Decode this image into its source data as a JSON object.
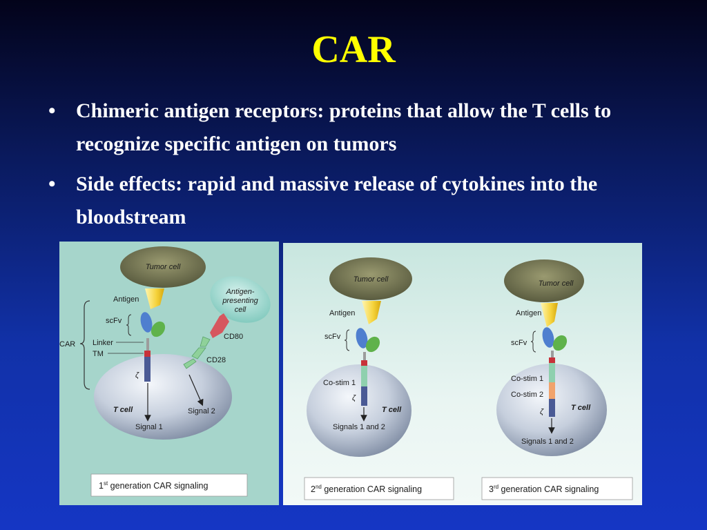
{
  "slide": {
    "title": "CAR",
    "bullets": [
      {
        "marker": "•",
        "text": "Chimeric antigen receptors: proteins that allow the T cells to recognize specific antigen on tumors"
      },
      {
        "marker": "•",
        "text": "Side effects: rapid and massive release of cytokines into the bloodstream"
      }
    ]
  },
  "figure": {
    "tumor_cell": "Tumor cell",
    "t_cell": "T cell",
    "antigen": "Antigen",
    "scfv": "scFv",
    "zeta": "ζ",
    "first": {
      "car": "CAR",
      "linker": "Linker",
      "tm": "TM",
      "apc_line1": "Antigen-",
      "apc_line2": "presenting",
      "apc_line3": "cell",
      "cd80": "CD80",
      "cd28": "CD28",
      "signal1": "Signal 1",
      "signal2": "Signal 2",
      "caption_num": "1",
      "caption_sup": "st",
      "caption_rest": " generation CAR signaling"
    },
    "second": {
      "costim1": "Co-stim 1",
      "signals": "Signals 1 and 2",
      "caption_num": "2",
      "caption_sup": "nd",
      "caption_rest": " generation CAR signaling"
    },
    "third": {
      "costim1": "Co-stim 1",
      "costim2": "Co-stim 2",
      "signals": "Signals 1 and 2",
      "caption_num": "3",
      "caption_sup": "rd",
      "caption_rest": " generation CAR signaling"
    }
  }
}
